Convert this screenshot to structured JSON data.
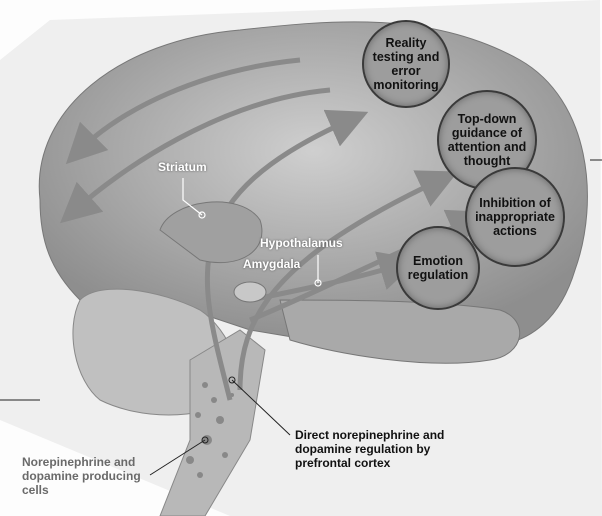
{
  "regions": {
    "reality": "Reality testing and error monitoring",
    "topdown": "Top-down guidance of attention and thought",
    "inhibition": "Inhibition of inappropriate actions",
    "emotion": "Emotion regulation"
  },
  "structures": {
    "striatum": "Striatum",
    "hypothalamus": "Hypothalamus",
    "amygdala": "Amygdala"
  },
  "annotations": {
    "direct": "Direct norepinephrine and dopamine regulation by prefrontal cortex",
    "cells": "Norepinephrine and dopamine producing cells"
  },
  "colors": {
    "bubble": "#9d9d9d",
    "brain": "#b5b5b5",
    "cells_label": "#6a6a6a"
  }
}
